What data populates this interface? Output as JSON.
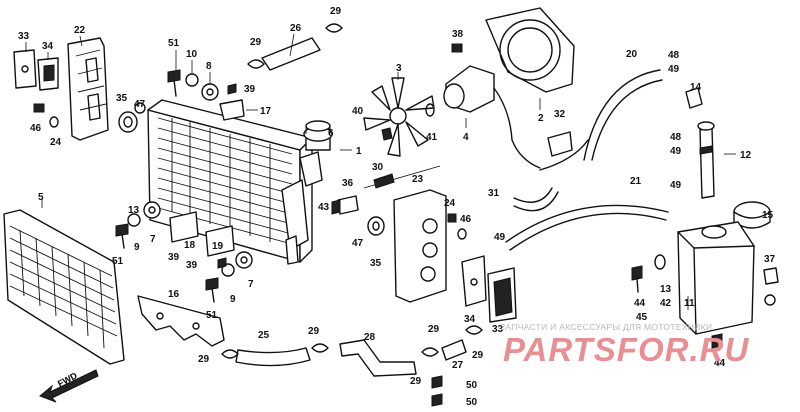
{
  "diagram": {
    "direction_label": "FWD",
    "watermark": {
      "caption": "ЗАПЧАСТИ И АКСЕССУАРЫ ДЛЯ МОТОТЕХНИКИ",
      "logo": "PARTSFOR.RU"
    },
    "callouts": [
      {
        "id": "c-33a",
        "label": "33"
      },
      {
        "id": "c-34a",
        "label": "34"
      },
      {
        "id": "c-22",
        "label": "22"
      },
      {
        "id": "c-35a",
        "label": "35"
      },
      {
        "id": "c-47a",
        "label": "47"
      },
      {
        "id": "c-46a",
        "label": "46"
      },
      {
        "id": "c-24a",
        "label": "24"
      },
      {
        "id": "c-51a",
        "label": "51"
      },
      {
        "id": "c-10",
        "label": "10"
      },
      {
        "id": "c-8",
        "label": "8"
      },
      {
        "id": "c-39a",
        "label": "39"
      },
      {
        "id": "c-17",
        "label": "17"
      },
      {
        "id": "c-29a",
        "label": "29"
      },
      {
        "id": "c-26",
        "label": "26"
      },
      {
        "id": "c-29b",
        "label": "29"
      },
      {
        "id": "c-3",
        "label": "3"
      },
      {
        "id": "c-38",
        "label": "38"
      },
      {
        "id": "c-1",
        "label": "1"
      },
      {
        "id": "c-4",
        "label": "4"
      },
      {
        "id": "c-2",
        "label": "2"
      },
      {
        "id": "c-32",
        "label": "32"
      },
      {
        "id": "c-20",
        "label": "20"
      },
      {
        "id": "c-48a",
        "label": "48"
      },
      {
        "id": "c-49a",
        "label": "49"
      },
      {
        "id": "c-14",
        "label": "14"
      },
      {
        "id": "c-48b",
        "label": "48"
      },
      {
        "id": "c-49b",
        "label": "49"
      },
      {
        "id": "c-12",
        "label": "12"
      },
      {
        "id": "c-40",
        "label": "40"
      },
      {
        "id": "c-41",
        "label": "41"
      },
      {
        "id": "c-6",
        "label": "6"
      },
      {
        "id": "c-30",
        "label": "30"
      },
      {
        "id": "c-36",
        "label": "36"
      },
      {
        "id": "c-43",
        "label": "43"
      },
      {
        "id": "c-23",
        "label": "23"
      },
      {
        "id": "c-31",
        "label": "31"
      },
      {
        "id": "c-21",
        "label": "21"
      },
      {
        "id": "c-49c",
        "label": "49"
      },
      {
        "id": "c-15",
        "label": "15"
      },
      {
        "id": "c-5",
        "label": "5"
      },
      {
        "id": "c-13a",
        "label": "13"
      },
      {
        "id": "c-9a",
        "label": "9"
      },
      {
        "id": "c-7a",
        "label": "7"
      },
      {
        "id": "c-18",
        "label": "18"
      },
      {
        "id": "c-51b",
        "label": "51"
      },
      {
        "id": "c-19",
        "label": "19"
      },
      {
        "id": "c-39b",
        "label": "39"
      },
      {
        "id": "c-39c",
        "label": "39"
      },
      {
        "id": "c-7b",
        "label": "7"
      },
      {
        "id": "c-9b",
        "label": "9"
      },
      {
        "id": "c-51c",
        "label": "51"
      },
      {
        "id": "c-24b",
        "label": "24"
      },
      {
        "id": "c-46b",
        "label": "46"
      },
      {
        "id": "c-47b",
        "label": "47"
      },
      {
        "id": "c-35b",
        "label": "35"
      },
      {
        "id": "c-49d",
        "label": "49"
      },
      {
        "id": "c-37",
        "label": "37"
      },
      {
        "id": "c-13b",
        "label": "13"
      },
      {
        "id": "c-42",
        "label": "42"
      },
      {
        "id": "c-44a",
        "label": "44"
      },
      {
        "id": "c-45",
        "label": "45"
      },
      {
        "id": "c-11",
        "label": "11"
      },
      {
        "id": "c-16",
        "label": "16"
      },
      {
        "id": "c-25",
        "label": "25"
      },
      {
        "id": "c-29c",
        "label": "29"
      },
      {
        "id": "c-28",
        "label": "28"
      },
      {
        "id": "c-29d",
        "label": "29"
      },
      {
        "id": "c-34b",
        "label": "34"
      },
      {
        "id": "c-33b",
        "label": "33"
      },
      {
        "id": "c-29e",
        "label": "29"
      },
      {
        "id": "c-27",
        "label": "27"
      },
      {
        "id": "c-29f",
        "label": "29"
      },
      {
        "id": "c-29g",
        "label": "29"
      },
      {
        "id": "c-50a",
        "label": "50"
      },
      {
        "id": "c-50b",
        "label": "50"
      },
      {
        "id": "c-44b",
        "label": "44"
      }
    ]
  }
}
